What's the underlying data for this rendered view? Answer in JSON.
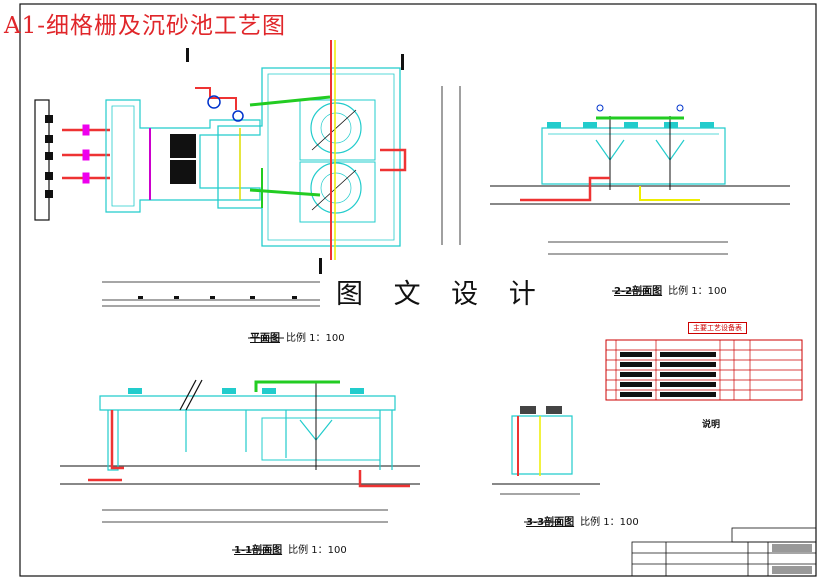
{
  "title": "A1-细格栅及沉砂池工艺图",
  "watermark": "图 文 设 计",
  "views": {
    "plan": {
      "label": "平面图",
      "scale": "比例 1：100"
    },
    "section_2_2": {
      "label": "2-2剖面图",
      "scale": "比例 1：100"
    },
    "section_1_1": {
      "label": "1-1剖面图",
      "scale": "比例 1：100"
    },
    "section_3_3": {
      "label": "3-3剖面图",
      "scale": "比例 1：100"
    }
  },
  "equipment_table": {
    "title": "主要工艺设备表"
  },
  "notes": {
    "title": "说明"
  },
  "colors": {
    "title_red": "#e0262a",
    "structure_cyan": "#22cccc",
    "pipe_red": "#ee3333",
    "pipe_green": "#22cc22"
  }
}
